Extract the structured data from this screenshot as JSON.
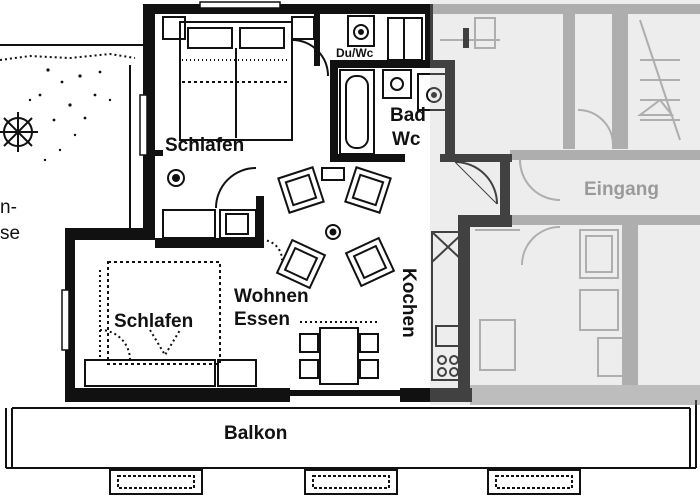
{
  "plan": {
    "rooms": {
      "schlafen_top": "Schlafen",
      "du_wc": "Du/Wc",
      "bad": "Bad",
      "wc": "Wc",
      "eingang": "Eingang",
      "schlafen_left": "Schlafen",
      "wohnen": "Wohnen",
      "essen": "Essen",
      "kochen": "Kochen",
      "balkon": "Balkon"
    },
    "neighbor_label_fragments": [
      "n-",
      "se"
    ]
  }
}
